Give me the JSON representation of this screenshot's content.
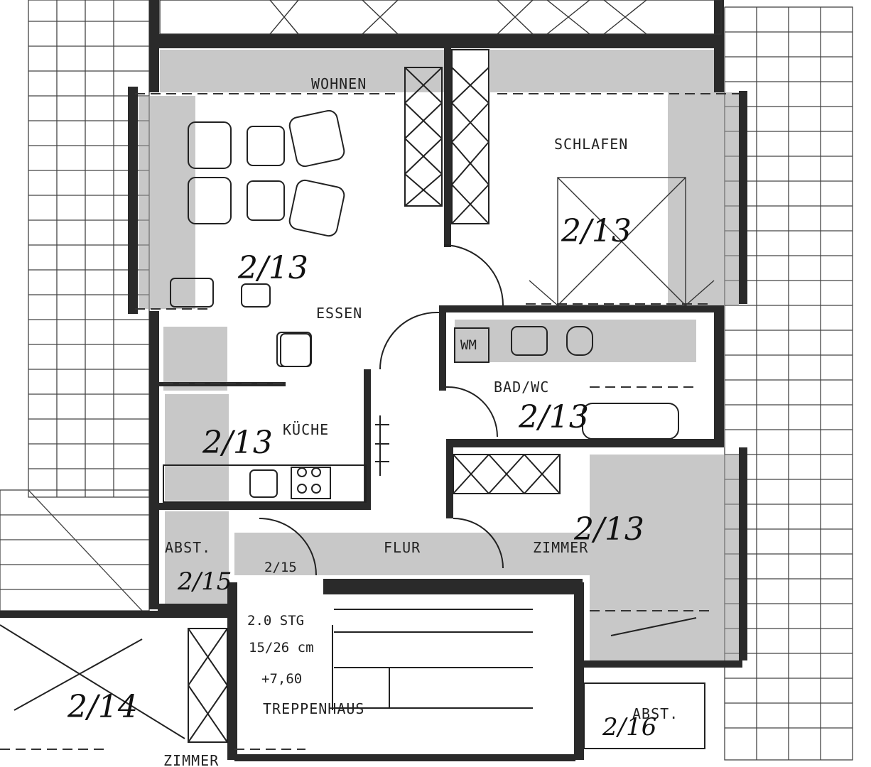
{
  "rooms": {
    "wohnen": "WOHNEN",
    "schlafen": "SCHLAFEN",
    "essen": "ESSEN",
    "kueche": "KÜCHE",
    "bad_wc": "BAD/WC",
    "flur": "FLUR",
    "zimmer": "ZIMMER",
    "abst_left": "ABST.",
    "abst_right": "ABST.",
    "treppenhaus": "TREPPENHAUS",
    "zimmer_bottom": "ZIMMER",
    "wm": "WM"
  },
  "annotations": {
    "wohnen": "2/13",
    "schlafen": "2/13",
    "kueche": "2/13",
    "bad": "2/13",
    "zimmer": "2/13",
    "abst_left": "2/15",
    "flur_note": "2/15",
    "bottom_left": "2/14",
    "abst_right": "2/16"
  },
  "stair": {
    "floor": "2.0 STG",
    "steps": "15/26 cm",
    "level": "+7,60"
  }
}
